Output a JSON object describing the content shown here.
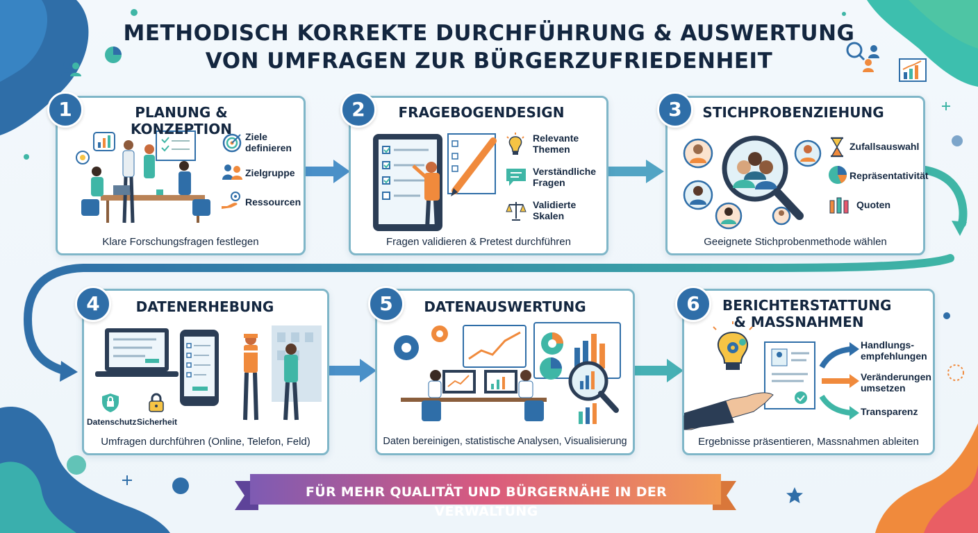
{
  "title": {
    "line1": "METHODISCH KORREKTE DURCHFÜHRUNG & AUSWERTUNG",
    "line2": "VON UMFRAGEN ZUR BÜRGERZUFRIEDENHEIT"
  },
  "steps": [
    {
      "number": "1",
      "title": "PLANUNG & KONZEPTION",
      "items": [
        "Ziele definieren",
        "Zielgruppe",
        "Ressourcen"
      ],
      "caption": "Klare Forschungsfragen festlegen"
    },
    {
      "number": "2",
      "title": "FRAGEBOGENDESIGN",
      "items": [
        "Relevante Themen",
        "Verständliche Fragen",
        "Validierte Skalen"
      ],
      "caption": "Fragen validieren & Pretest durchführen"
    },
    {
      "number": "3",
      "title": "STICHPROBENZIEHUNG",
      "items": [
        "Zufallsauswahl",
        "Repräsentativität",
        "Quoten"
      ],
      "caption": "Geeignete Stichprobenmethode wählen"
    },
    {
      "number": "4",
      "title": "DATENERHEBUNG",
      "items": [
        "Datenschutz",
        "Sicherheit"
      ],
      "caption": "Umfragen durchführen (Online, Telefon, Feld)"
    },
    {
      "number": "5",
      "title": "DATENAUSWERTUNG",
      "items": [],
      "caption": "Daten bereinigen, statistische Analysen, Visualisierung"
    },
    {
      "number": "6",
      "title": "BERICHTERSTATTUNG & MASSNAHMEN",
      "items": [
        "Handlungs-empfehlungen",
        "Veränderungen umsetzen",
        "Transparenz"
      ],
      "caption": "Ergebnisse präsentieren, Massnahmen ableiten"
    }
  ],
  "banner": "FÜR MEHR QUALITÄT UND BÜRGERNÄHE IN DER VERWALTUNG",
  "colors": {
    "primary": "#2f6ea8",
    "card_border": "#7fb6c8",
    "arrow": "#4a90c8",
    "teal": "#3fb6a6",
    "orange": "#f08a3c",
    "banner_left": "#7e5bb3",
    "banner_mid": "#d95a7e",
    "banner_right": "#f29a52"
  }
}
